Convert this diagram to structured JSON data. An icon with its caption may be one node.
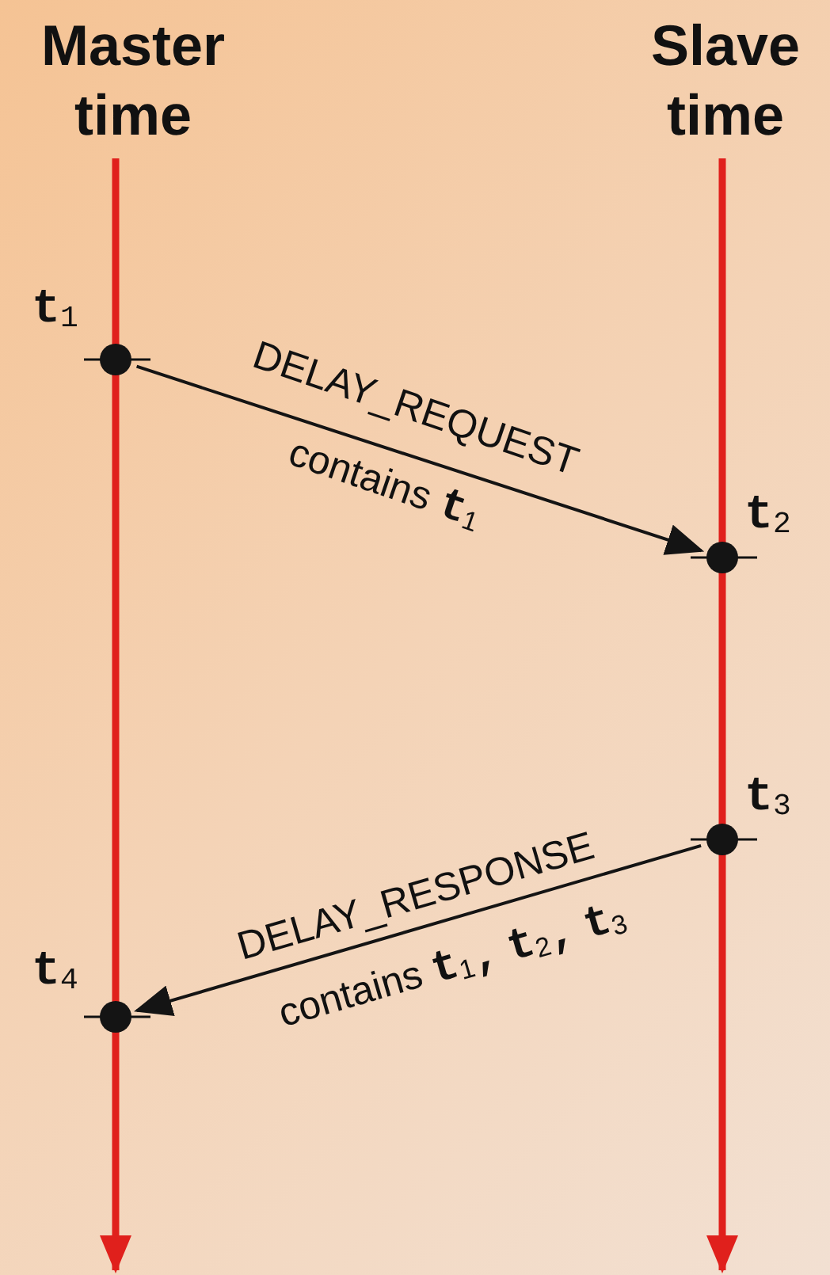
{
  "diagram": {
    "nodes": [
      {
        "text": [
          "Master time"
        ]
      },
      {
        "text": [
          "Slave time"
        ]
      },
      {
        "text": [],
        "shape": "circle",
        "beside": [
          "t$_{1}$"
        ]
      },
      {
        "text": [],
        "shape": "circle",
        "beside": [
          "t$_{2}$"
        ]
      },
      {
        "text": [],
        "shape": "circle",
        "beside": [
          "t$_{3}$"
        ]
      },
      {
        "text": [],
        "shape": "circle",
        "beside": [
          "t$_{4}$"
        ]
      }
    ],
    "edges": [
      {
        "from": 0,
        "to": null,
        "arrow": "to",
        "style": "thick",
        "color": "#e0201c"
      },
      {
        "from": 1,
        "to": null,
        "arrow": "to",
        "style": "thick",
        "color": "#e0201c"
      },
      {
        "from": 2,
        "to": 3,
        "arrow": "to",
        "label": "DELAY_REQUEST",
        "color": "#141414"
      },
      {
        "from": 4,
        "to": 5,
        "arrow": "to",
        "label": "DELAY_RESPONSE",
        "color": "#141414"
      }
    ],
    "labels": [
      "contains **t**$_{1}$",
      "contains **t**$_{1}$**,** **t**$_{2}$**,** **t**$_{3}$"
    ]
  }
}
